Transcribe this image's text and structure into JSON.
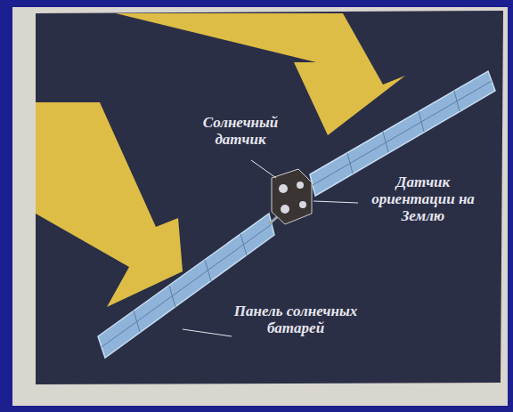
{
  "diagram": {
    "labels": [
      "Солнечный датчик",
      "Датчик ориентации на Землю",
      "Панель солнечных батарей"
    ]
  }
}
